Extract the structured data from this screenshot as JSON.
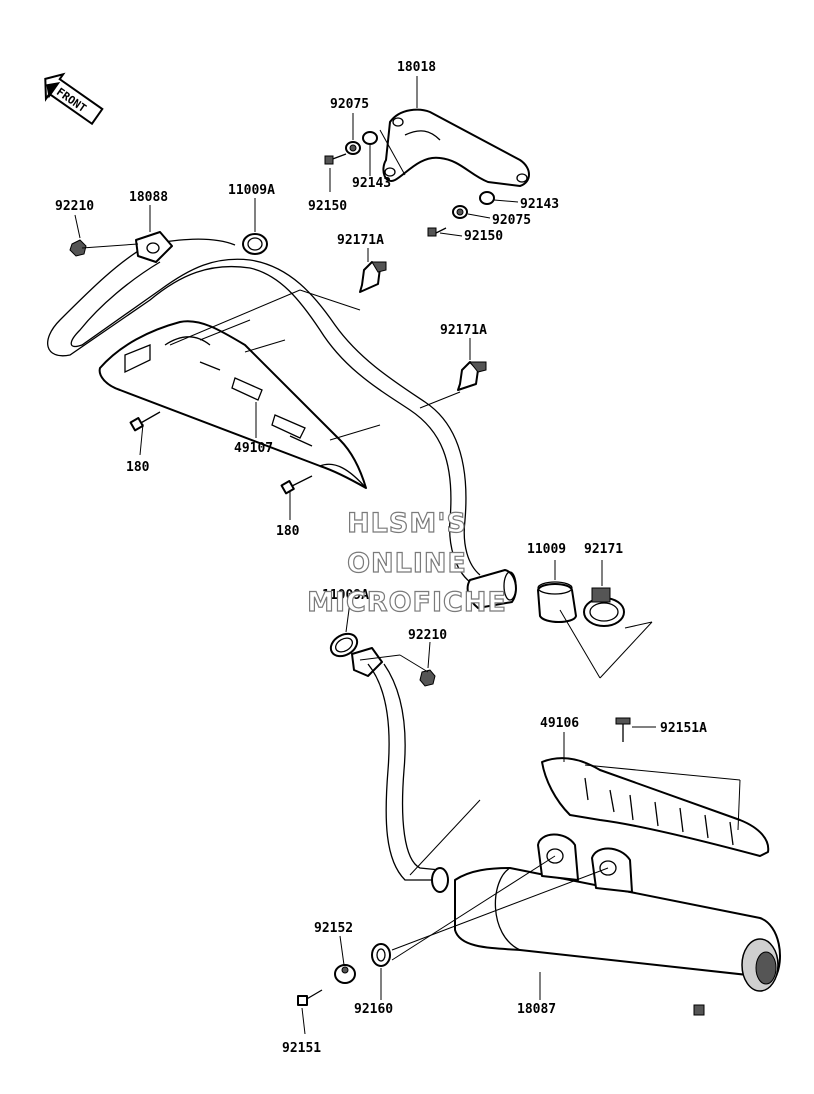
{
  "front_label": "FRONT",
  "watermark": {
    "line1": "HLSM'S",
    "line2": "ONLINE",
    "line3": "MICROFICHE"
  },
  "colors": {
    "line": "#000000",
    "watermark_outline": "#7a7a7a",
    "background": "#ffffff"
  },
  "parts": {
    "p18018": "18018",
    "p92075a": "92075",
    "p92143a": "92143",
    "p92150a": "92150",
    "p92143b": "92143",
    "p92075b": "92075",
    "p92150b": "92150",
    "p92210a": "92210",
    "p18088": "18088",
    "p11009Aa": "11009A",
    "p92171Aa": "92171A",
    "p92171Ab": "92171A",
    "p180a": "180",
    "p49107": "49107",
    "p180b": "180",
    "p11009": "11009",
    "p92171": "92171",
    "p11009Ab": "11009A",
    "p92210b": "92210",
    "p49106": "49106",
    "p92151A": "92151A",
    "p92152": "92152",
    "p92160": "92160",
    "p18087": "18087",
    "p92151": "92151"
  }
}
